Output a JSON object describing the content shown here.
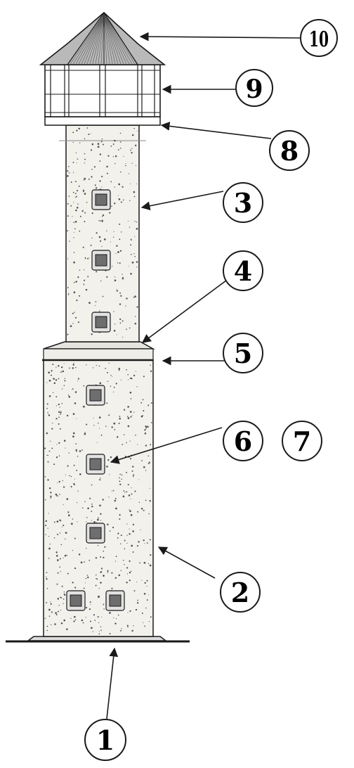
{
  "diagram": {
    "callouts": [
      {
        "id": "c1",
        "label": "1"
      },
      {
        "id": "c2",
        "label": "2"
      },
      {
        "id": "c3",
        "label": "3"
      },
      {
        "id": "c4",
        "label": "4"
      },
      {
        "id": "c5",
        "label": "5"
      },
      {
        "id": "c6",
        "label": "6"
      },
      {
        "id": "c7",
        "label": "7"
      },
      {
        "id": "c8",
        "label": "8"
      },
      {
        "id": "c9",
        "label": "9"
      },
      {
        "id": "c10",
        "label": "10"
      }
    ]
  },
  "colors": {
    "stroke": "#1a1a1a",
    "stone_fill": "#f3f1ec",
    "speckle": "#555555",
    "window_frame": "#e2e2e2",
    "window_glass": "#6e6e6e",
    "roof": "#9a9a9a"
  }
}
